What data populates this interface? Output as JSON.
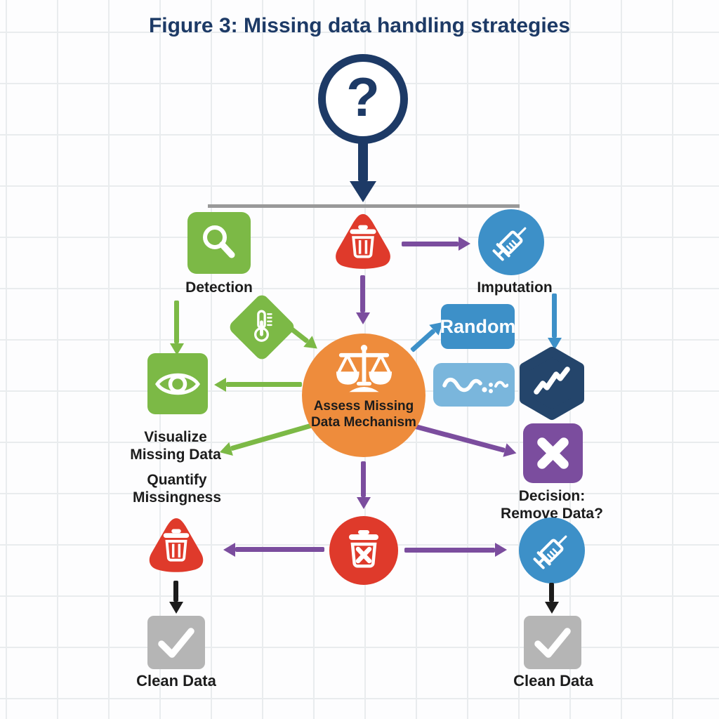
{
  "title": "Figure 3: Missing data handling strategies",
  "colors": {
    "navy": "#1d3a66",
    "navy2": "#24456b",
    "green": "#7cb946",
    "red": "#df3a2b",
    "blue": "#3d90c8",
    "lightblue": "#7ab6dc",
    "orange": "#ee8c3c",
    "purple": "#7b4d9e",
    "gray_line": "#999999",
    "gray_box": "#b5b5b5",
    "black": "#1c1c1c"
  },
  "nodes": {
    "question_mark": "?",
    "detection": "Detection",
    "imputation": "Imputation",
    "random": "Random",
    "assess": {
      "line1": "Assess Missing",
      "line2": "Data Mechanism"
    },
    "visualize": {
      "line1": "Visualize",
      "line2": "Missing Data"
    },
    "quantify": {
      "line1": "Quantify",
      "line2": "Missingness"
    },
    "decision": {
      "line1": "Decision:",
      "line2": "Remove Data?"
    },
    "clean_left": "Clean Data",
    "clean_right": "Clean Data"
  },
  "icons": [
    "question-icon",
    "search-icon",
    "trash-icon",
    "syringe-icon",
    "thermometer-icon",
    "eye-icon",
    "scales-icon",
    "wave-dots-icon",
    "trend-zigzag-icon",
    "x-icon",
    "trash-x-icon",
    "check-icon"
  ],
  "edges": [
    {
      "from": "question",
      "to": "top-bar",
      "color": "navy"
    },
    {
      "from": "delete-option",
      "to": "imputation",
      "color": "purple"
    },
    {
      "from": "delete-option",
      "to": "assess-mechanism",
      "color": "purple"
    },
    {
      "from": "detection",
      "to": "visualize-eye",
      "color": "green"
    },
    {
      "from": "thermometer",
      "to": "assess-mechanism",
      "color": "green"
    },
    {
      "from": "assess-mechanism",
      "to": "random",
      "color": "blue"
    },
    {
      "from": "imputation",
      "to": "trend-hexagon",
      "color": "blue"
    },
    {
      "from": "assess-mechanism",
      "to": "visualize-eye",
      "color": "green"
    },
    {
      "from": "assess-mechanism",
      "to": "visualize-missing-data",
      "color": "green"
    },
    {
      "from": "assess-mechanism",
      "to": "decision-remove",
      "color": "purple"
    },
    {
      "from": "assess-mechanism",
      "to": "delete-node",
      "color": "purple"
    },
    {
      "from": "delete-node",
      "to": "remove-trash",
      "color": "purple"
    },
    {
      "from": "delete-node",
      "to": "impute-node",
      "color": "purple"
    },
    {
      "from": "remove-trash",
      "to": "clean-data-left",
      "color": "black"
    },
    {
      "from": "impute-node",
      "to": "clean-data-right",
      "color": "black"
    }
  ]
}
